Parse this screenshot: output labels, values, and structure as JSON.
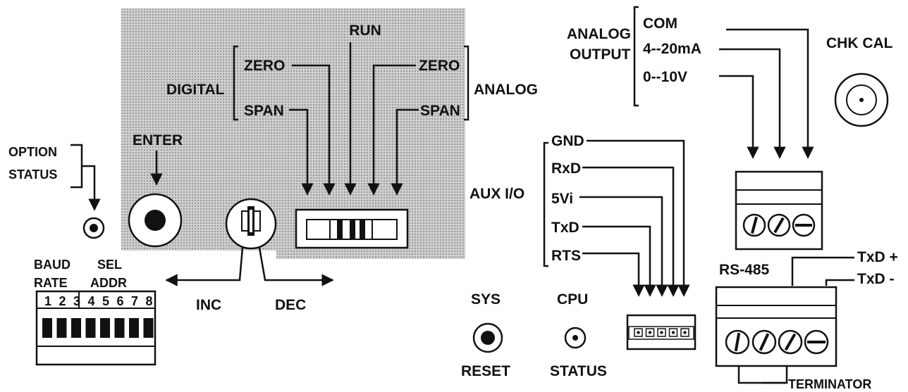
{
  "labels": {
    "run": "RUN",
    "digital": "DIGITAL",
    "analog": "ANALOG",
    "zero_digital": "ZERO",
    "span_digital": "SPAN",
    "zero_analog": "ZERO",
    "span_analog": "SPAN",
    "enter": "ENTER",
    "option_status_line1": "OPTION",
    "option_status_line2": "STATUS",
    "inc": "INC",
    "dec": "DEC",
    "baud_line1": "BAUD",
    "baud_line2": "RATE",
    "sel_line1": "SEL",
    "sel_line2": "ADDR",
    "dip_numbers": [
      "1",
      "2",
      "3",
      "4",
      "5",
      "6",
      "7",
      "8"
    ],
    "analog_output_line1": "ANALOG",
    "analog_output_line2": "OUTPUT",
    "com": "COM",
    "ma_4_20": "4--20mA",
    "v_0_10": "0--10V",
    "chk_cal": "CHK CAL",
    "aux_io": "AUX I/O",
    "gnd": "GND",
    "rxd": "RxD",
    "five_vi": "5Vi",
    "txd": "TxD",
    "rts": "RTS",
    "sys": "SYS",
    "reset": "RESET",
    "cpu": "CPU",
    "status": "STATUS",
    "rs485": "RS-485",
    "txd_plus": "TxD +",
    "txd_minus": "TxD -",
    "terminator": "TERMINATOR"
  }
}
